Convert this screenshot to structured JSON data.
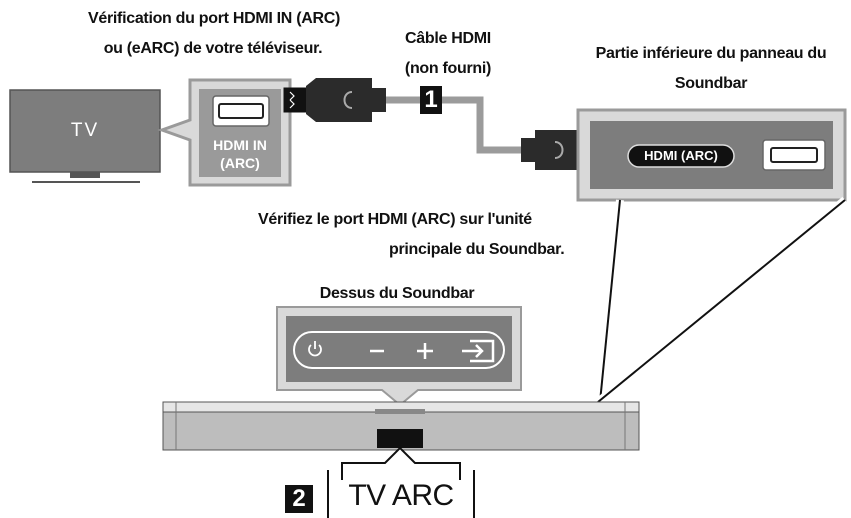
{
  "labels": {
    "tv_port_check_line1": "Vérification du port HDMI IN (ARC)",
    "tv_port_check_line2": "ou (eARC) de votre téléviseur.",
    "cable_line1": "Câble HDMI",
    "cable_line2": "(non fourni)",
    "panel_line1": "Partie inférieure du panneau du",
    "panel_line2": "Soundbar",
    "verify_line1": "Vérifiez le port HDMI (ARC) sur l'unité",
    "verify_line2": "principale du Soundbar.",
    "top_label": "Dessus du Soundbar",
    "tv": "TV",
    "tv_port_line1": "HDMI IN",
    "tv_port_line2": "(ARC)",
    "soundbar_port": "HDMI (ARC)",
    "step1": "1",
    "step2": "2",
    "display": "TV ARC"
  },
  "colors": {
    "dark_gray": "#7d7d7d",
    "mid_gray": "#9a9a9a",
    "light_gray": "#d9d9d9",
    "bar_gray": "#bdbdbd",
    "cable": "#2b2b2b",
    "cable_gray": "#9b9b9b"
  },
  "icons": [
    "power-icon",
    "volume-down-icon",
    "volume-up-icon",
    "source-input-icon",
    "hdmi-port-icon"
  ]
}
